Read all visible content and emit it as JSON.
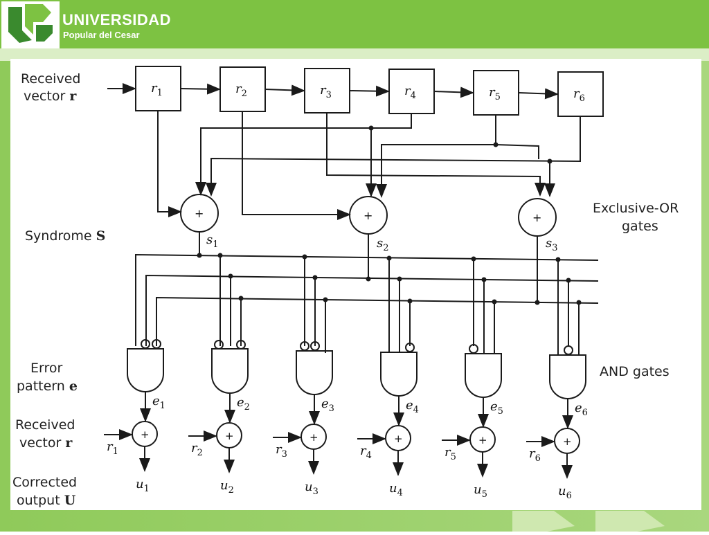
{
  "header": {
    "title": "UNIVERSIDAD",
    "subtitle": "Popular del Cesar",
    "colors": {
      "green": "#7dc242",
      "dark_green": "#3a8a2e",
      "light_green": "#cfe8b0"
    }
  },
  "diagram": {
    "labels": {
      "received_vector": [
        "Received",
        "vector "
      ],
      "received_symbol": "r",
      "syndrome": "Syndrome ",
      "syndrome_symbol": "S",
      "xor_gates": [
        "Exclusive-OR",
        "gates"
      ],
      "and_gates": "AND gates",
      "error_pattern": [
        "Error",
        "pattern "
      ],
      "error_symbol": "e",
      "received_vector_bottom": [
        "Received",
        "vector "
      ],
      "corrected_output": [
        "Corrected",
        "output "
      ],
      "corrected_symbol": "U"
    },
    "registers": [
      "r",
      "r",
      "r",
      "r",
      "r",
      "r"
    ],
    "register_indices": [
      "1",
      "2",
      "3",
      "4",
      "5",
      "6"
    ],
    "syndromes": [
      "s",
      "s",
      "s"
    ],
    "syndrome_indices": [
      "1",
      "2",
      "3"
    ],
    "errors": [
      "e",
      "e",
      "e",
      "e",
      "e",
      "e"
    ],
    "inputs": [
      "r",
      "r",
      "r",
      "r",
      "r",
      "r"
    ],
    "outputs": [
      "u",
      "u",
      "u",
      "u",
      "u",
      "u"
    ],
    "gate_symbol": "+"
  }
}
